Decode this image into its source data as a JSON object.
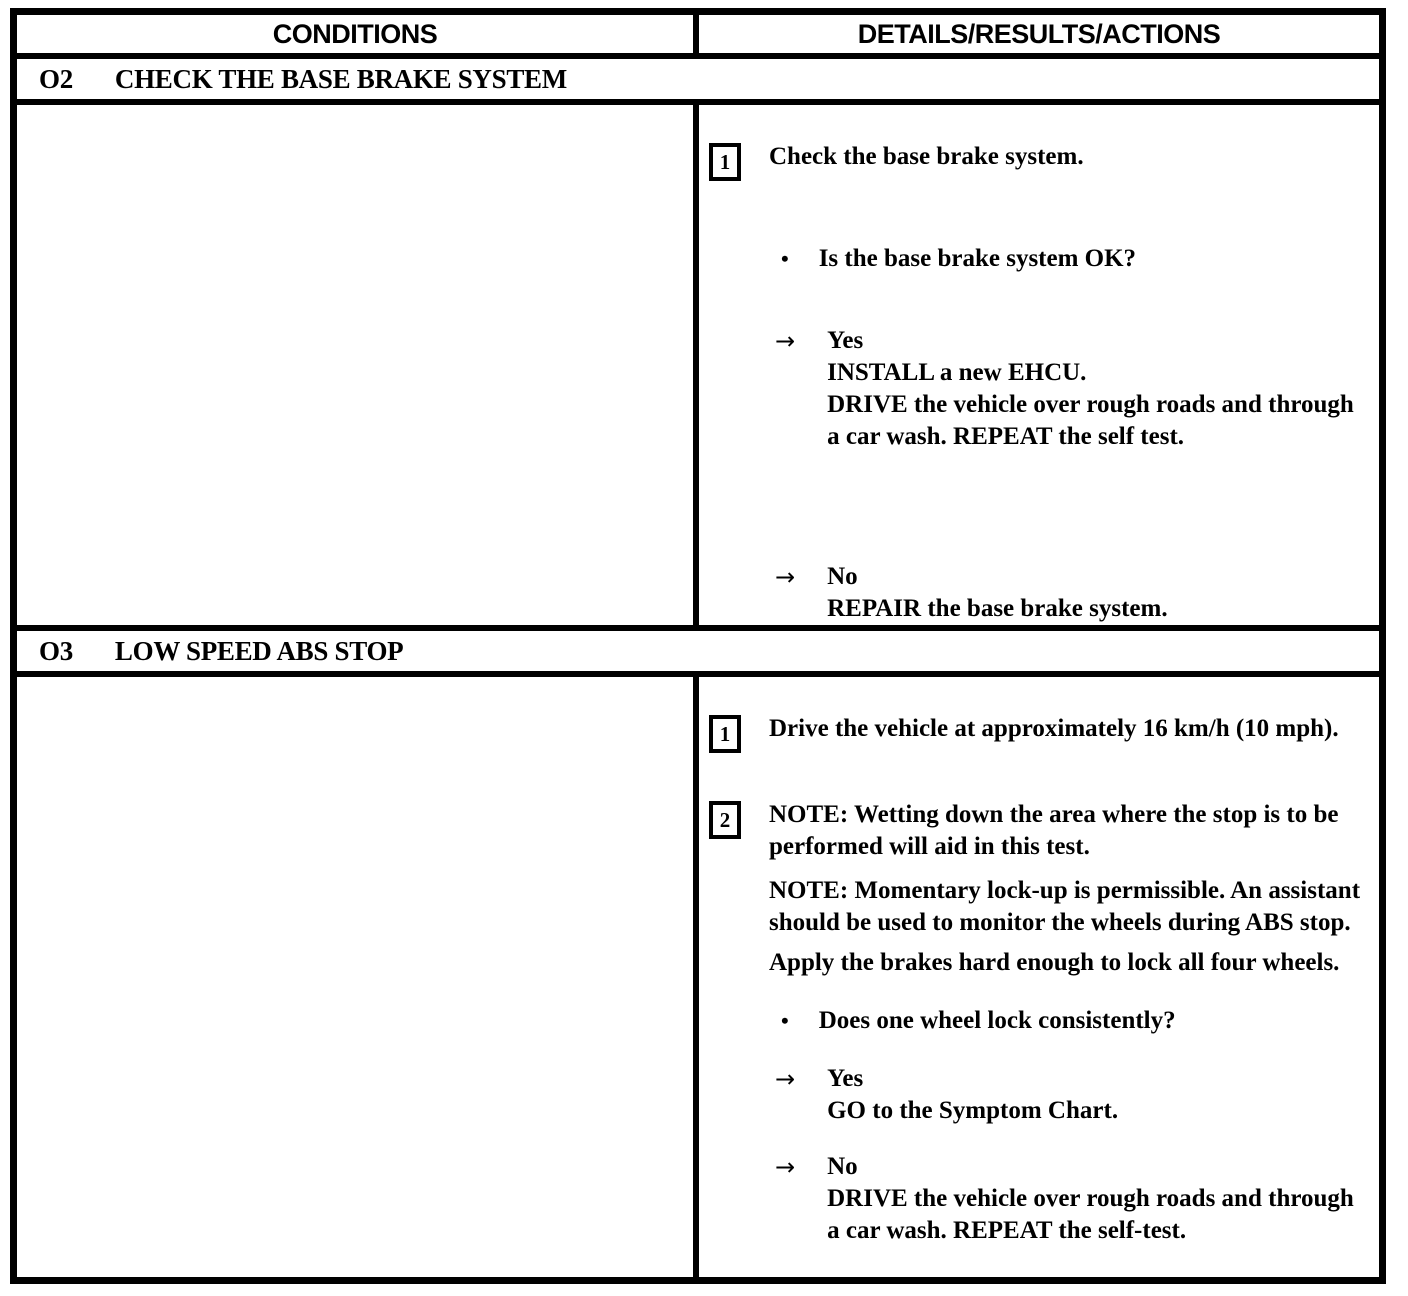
{
  "header": {
    "conditions": "CONDITIONS",
    "details": "DETAILS/RESULTS/ACTIONS"
  },
  "glyphs": {
    "arrow": "→",
    "bullet": "•"
  },
  "sections": [
    {
      "code": "O2",
      "title": "CHECK THE BASE BRAKE SYSTEM",
      "content": {
        "step1_num": "1",
        "step1_text": "Check the base brake system.",
        "question": "Is the base brake system OK?",
        "yes_label": "Yes",
        "yes_action_line1": "INSTALL a new EHCU.",
        "yes_action_line2": "DRIVE the vehicle over rough roads and through a car wash. REPEAT the self test.",
        "no_label": "No",
        "no_action": "REPAIR the base brake system."
      }
    },
    {
      "code": "O3",
      "title": "LOW SPEED ABS STOP",
      "content": {
        "step1_num": "1",
        "step1_text": "Drive the vehicle at approximately 16 km/h (10 mph).",
        "step2_num": "2",
        "note1_label": "NOTE:",
        "note1_text": "Wetting down the area where the stop is to be performed will aid in this test.",
        "note2_label": "NOTE:",
        "note2_text": "Momentary lock-up is permissible. An assistant should be used to monitor the wheels during ABS stop.",
        "instruction": "Apply the brakes hard enough to lock all four wheels.",
        "question": "Does one wheel lock consistently?",
        "yes_label": "Yes",
        "yes_action": "GO to the Symptom Chart.",
        "no_label": "No",
        "no_action": "DRIVE the vehicle over rough roads and through a car wash. REPEAT the self-test."
      }
    }
  ]
}
